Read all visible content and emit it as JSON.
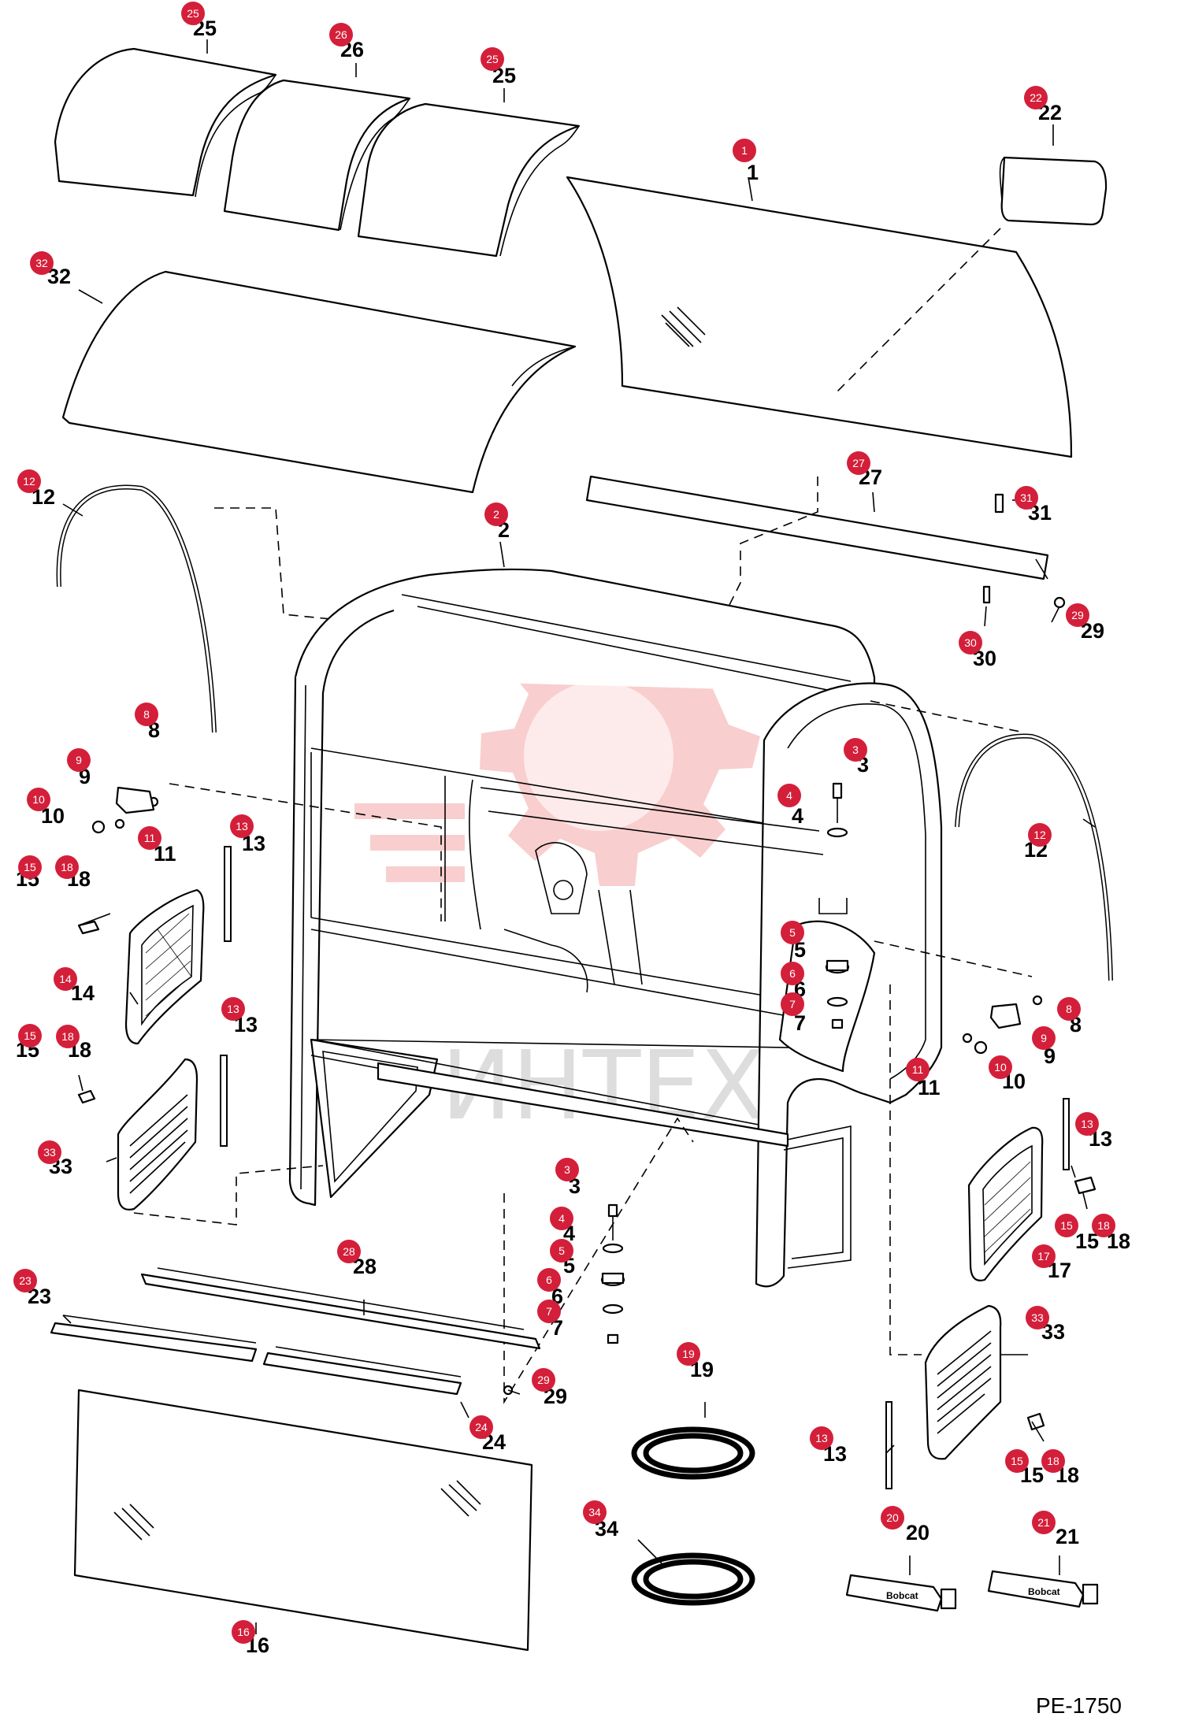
{
  "diagram_code": "PE-1750",
  "watermark": "ИНТЕХ",
  "colors": {
    "badge": "#d41f3a",
    "line": "#000000",
    "watermark": "#f4a5a5"
  },
  "callouts": [
    {
      "n": "25",
      "badge": "25",
      "label": "25"
    },
    {
      "n": "26",
      "badge": "26",
      "label": "26"
    },
    {
      "n": "25b",
      "badge": "25",
      "label": "25"
    },
    {
      "n": "22",
      "badge": "22",
      "label": "22"
    },
    {
      "n": "1",
      "badge": "1",
      "label": "1"
    },
    {
      "n": "32",
      "badge": "32",
      "label": "32"
    },
    {
      "n": "12a",
      "badge": "12",
      "label": "12"
    },
    {
      "n": "2",
      "badge": "2",
      "label": "2"
    },
    {
      "n": "27",
      "badge": "27",
      "label": "27"
    },
    {
      "n": "31",
      "badge": "31",
      "label": "31"
    },
    {
      "n": "29a",
      "badge": "29",
      "label": "29"
    },
    {
      "n": "30",
      "badge": "30",
      "label": "30"
    },
    {
      "n": "8a",
      "badge": "8",
      "label": "8"
    },
    {
      "n": "9a",
      "badge": "9",
      "label": "9"
    },
    {
      "n": "10a",
      "badge": "10",
      "label": "10"
    },
    {
      "n": "11a",
      "badge": "11",
      "label": "11"
    },
    {
      "n": "13a",
      "badge": "13",
      "label": "13"
    },
    {
      "n": "15a",
      "badge": "15",
      "label": "15"
    },
    {
      "n": "18a",
      "badge": "18",
      "label": "18"
    },
    {
      "n": "14",
      "badge": "14",
      "label": "14"
    },
    {
      "n": "13b",
      "badge": "13",
      "label": "13"
    },
    {
      "n": "15b",
      "badge": "15",
      "label": "15"
    },
    {
      "n": "18b",
      "badge": "18",
      "label": "18"
    },
    {
      "n": "33a",
      "badge": "33",
      "label": "33"
    },
    {
      "n": "3a",
      "badge": "3",
      "label": "3"
    },
    {
      "n": "4a",
      "badge": "4",
      "label": "4"
    },
    {
      "n": "12b",
      "badge": "12",
      "label": "12"
    },
    {
      "n": "5a",
      "badge": "5",
      "label": "5"
    },
    {
      "n": "6a",
      "badge": "6",
      "label": "6"
    },
    {
      "n": "7a",
      "badge": "7",
      "label": "7"
    },
    {
      "n": "8b",
      "badge": "8",
      "label": "8"
    },
    {
      "n": "9b",
      "badge": "9",
      "label": "9"
    },
    {
      "n": "10b",
      "badge": "10",
      "label": "10"
    },
    {
      "n": "11b",
      "badge": "11",
      "label": "11"
    },
    {
      "n": "13c",
      "badge": "13",
      "label": "13"
    },
    {
      "n": "15c",
      "badge": "15",
      "label": "15"
    },
    {
      "n": "18c",
      "badge": "18",
      "label": "18"
    },
    {
      "n": "17",
      "badge": "17",
      "label": "17"
    },
    {
      "n": "3b",
      "badge": "3",
      "label": "3"
    },
    {
      "n": "4b",
      "badge": "4",
      "label": "4"
    },
    {
      "n": "5b",
      "badge": "5",
      "label": "5"
    },
    {
      "n": "6b",
      "badge": "6",
      "label": "6"
    },
    {
      "n": "7b",
      "badge": "7",
      "label": "7"
    },
    {
      "n": "28",
      "badge": "28",
      "label": "28"
    },
    {
      "n": "23",
      "badge": "23",
      "label": "23"
    },
    {
      "n": "29b",
      "badge": "29",
      "label": "29"
    },
    {
      "n": "24",
      "badge": "24",
      "label": "24"
    },
    {
      "n": "19",
      "badge": "19",
      "label": "19"
    },
    {
      "n": "33b",
      "badge": "33",
      "label": "33"
    },
    {
      "n": "13d",
      "badge": "13",
      "label": "13"
    },
    {
      "n": "15d",
      "badge": "15",
      "label": "15"
    },
    {
      "n": "18d",
      "badge": "18",
      "label": "18"
    },
    {
      "n": "34",
      "badge": "34",
      "label": "34"
    },
    {
      "n": "20",
      "badge": "20",
      "label": "20"
    },
    {
      "n": "21",
      "badge": "21",
      "label": "21"
    },
    {
      "n": "16",
      "badge": "16",
      "label": "16"
    }
  ],
  "tube_brand": "Bobcat"
}
